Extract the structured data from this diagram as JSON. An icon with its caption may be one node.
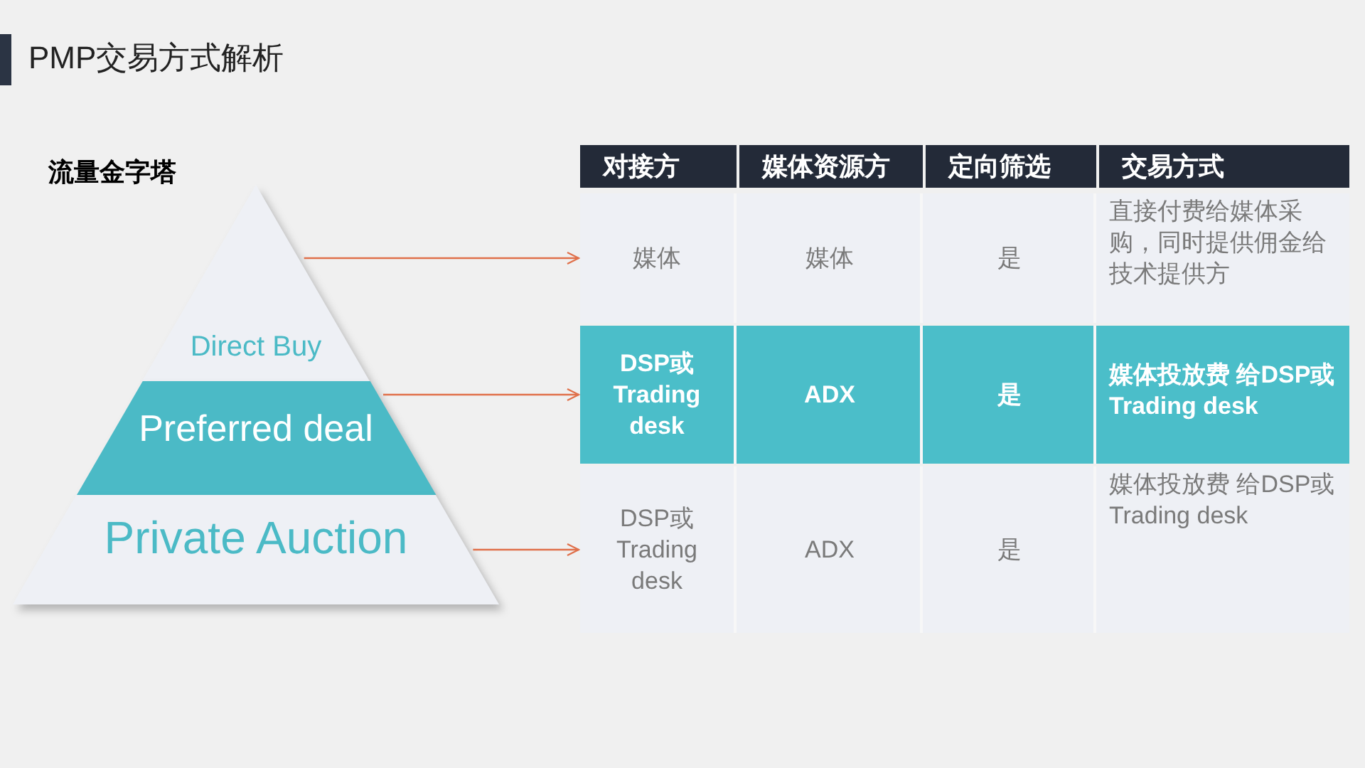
{
  "diagram": {
    "title": "PMP交易方式解析",
    "nodes": [
      {
        "text": [
          "Direct Buy"
        ]
      },
      {
        "text": [
          "Preferred deal"
        ]
      },
      {
        "text": [
          "Private Auction"
        ]
      },
      {
        "text": [
          "媒体",
          "媒体",
          "是",
          "直接付费给媒体采购，同时提供佣金给技术提供方"
        ]
      },
      {
        "text": [
          "DSP或Trading desk",
          "ADX",
          "是",
          "媒体投放费 给DSP或Trading desk"
        ]
      },
      {
        "text": [
          "DSP或Trading desk",
          "ADX",
          "是",
          "媒体投放费 给DSP或Trading desk"
        ]
      }
    ],
    "edges": [
      {
        "from": 0,
        "to": 3,
        "arrow": "to"
      },
      {
        "from": 1,
        "to": 4,
        "arrow": "to"
      },
      {
        "from": 2,
        "to": 5,
        "arrow": "to"
      }
    ],
    "labels": [
      "流量金字塔",
      "对接方",
      "媒体资源方",
      "定向筛选",
      "交易方式"
    ]
  }
}
